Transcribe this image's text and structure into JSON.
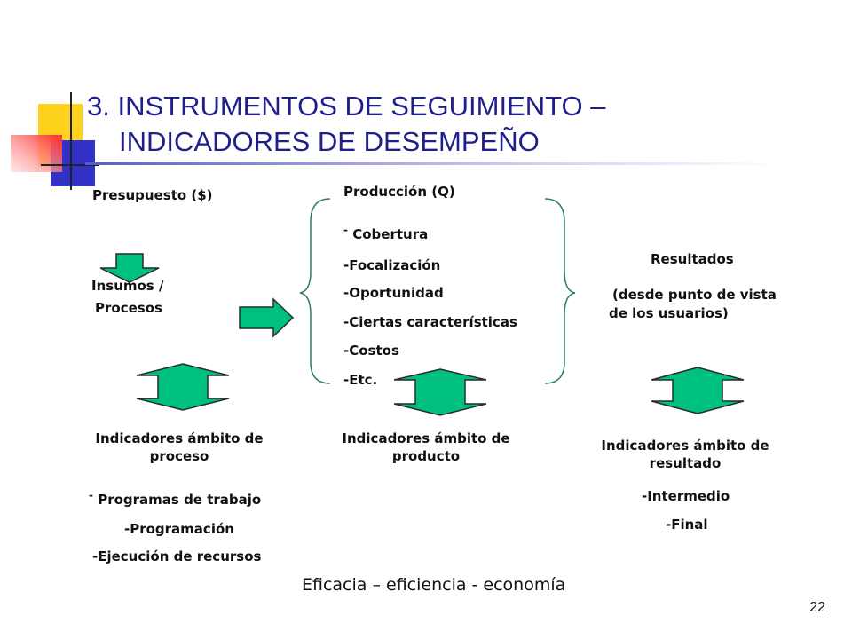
{
  "title": {
    "line1": "3. INSTRUMENTOS DE SEGUIMIENTO –",
    "line2": "INDICADORES DE DESEMPEÑO"
  },
  "inputs": {
    "budget": "Presupuesto ($)",
    "insumos": "Insumos /",
    "procesos": "Procesos"
  },
  "production": {
    "title": "Producción (Q)",
    "items": [
      "Cobertura",
      "-Focalización",
      "-Oportunidad",
      "-Ciertas características",
      "-Costos",
      "-Etc."
    ]
  },
  "results": {
    "title": "Resultados",
    "subtitle_line1": "(desde punto de vista",
    "subtitle_line2": "de los usuarios)"
  },
  "indicators": {
    "process": {
      "title": "Indicadores ámbito de proceso",
      "items": [
        "Programas de trabajo",
        "-Programación",
        "-Ejecución de recursos"
      ]
    },
    "product": {
      "title": "Indicadores ámbito de producto"
    },
    "result": {
      "title": "Indicadores ámbito de resultado",
      "items": [
        "-Intermedio",
        "-Final"
      ]
    }
  },
  "footer": "Eficacia – eficiencia - economía",
  "page_number": "22",
  "colors": {
    "arrow_fill": "#00c080",
    "title": "#1f1f8a",
    "deco_yellow": "#ffd21e",
    "deco_blue": "#3232c8",
    "deco_red": "#ff3c3c"
  }
}
